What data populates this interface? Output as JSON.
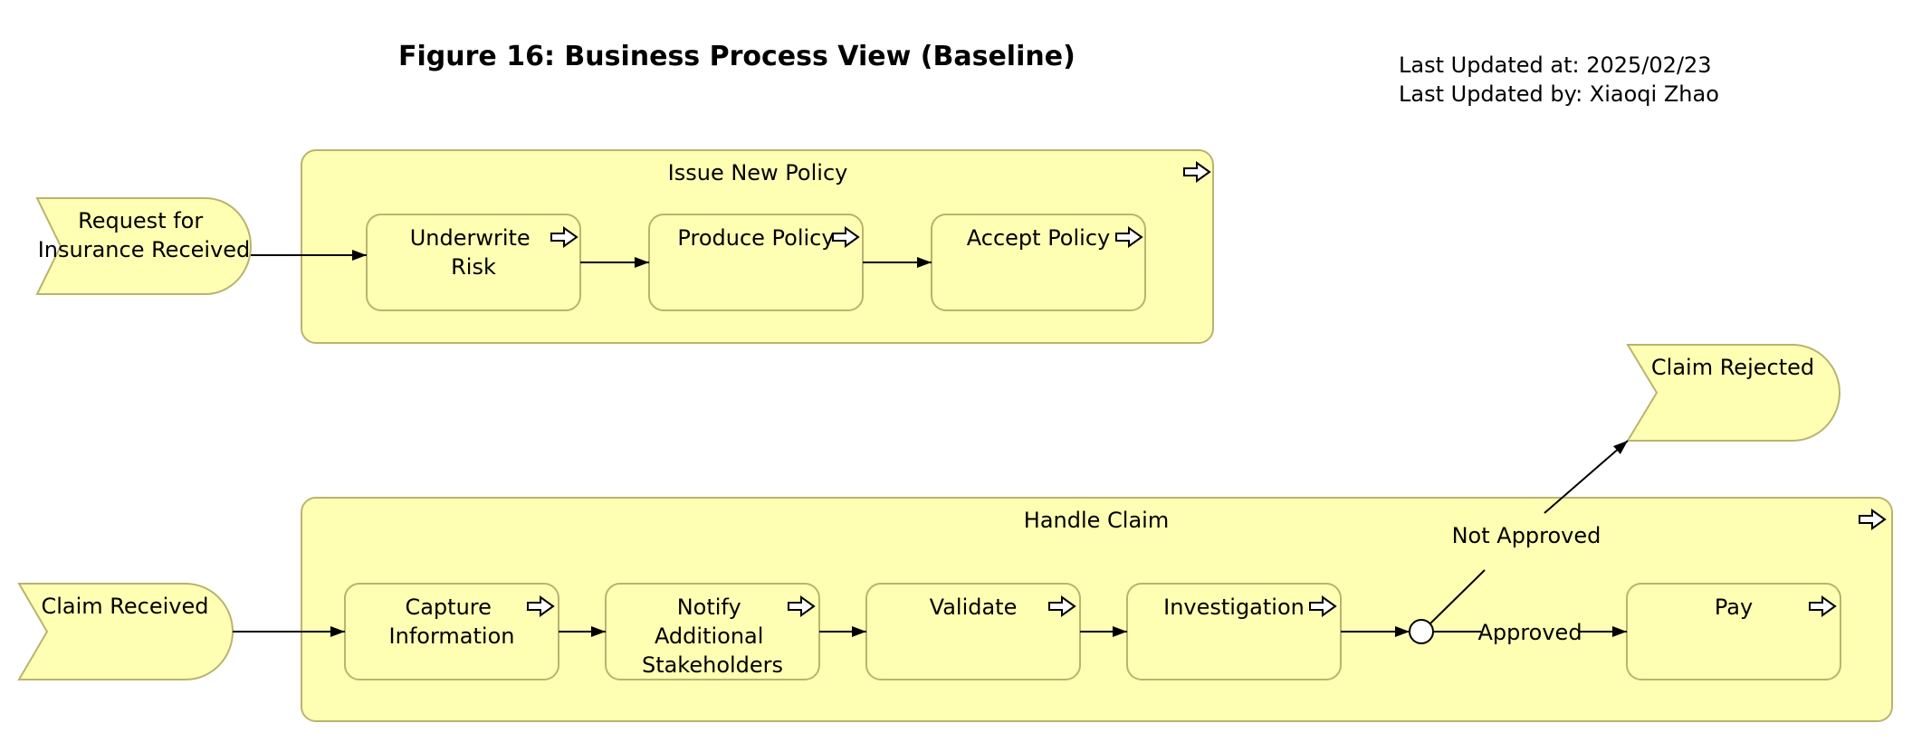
{
  "title": "Figure 16: Business Process View (Baseline)",
  "meta": {
    "updated_at": "Last Updated at: 2025/02/23",
    "updated_by": "Last Updated by: Xiaoqi Zhao"
  },
  "groups": {
    "issue_policy": "Issue New Policy",
    "handle_claim": "Handle Claim"
  },
  "events": {
    "request_insurance": [
      "Request for",
      "Insurance Received"
    ],
    "claim_received": [
      "Claim Received"
    ],
    "claim_rejected": [
      "Claim Rejected"
    ]
  },
  "processes": {
    "underwrite_risk": [
      "Underwrite",
      "Risk"
    ],
    "produce_policy": [
      "Produce Policy"
    ],
    "accept_policy": [
      "Accept Policy"
    ],
    "capture_information": [
      "Capture",
      "Information"
    ],
    "notify_stakeholders": [
      "Notify",
      "Additional",
      "Stakeholders"
    ],
    "validate": [
      "Validate"
    ],
    "investigation": [
      "Investigation"
    ],
    "pay": [
      "Pay"
    ]
  },
  "edges": {
    "not_approved": "Not Approved",
    "approved": "Approved"
  },
  "colors": {
    "element_fill": "#ffffb3",
    "element_stroke": "#b8b46e"
  },
  "icons": {
    "process": "process-arrow-icon",
    "junction": "or-junction-icon"
  }
}
